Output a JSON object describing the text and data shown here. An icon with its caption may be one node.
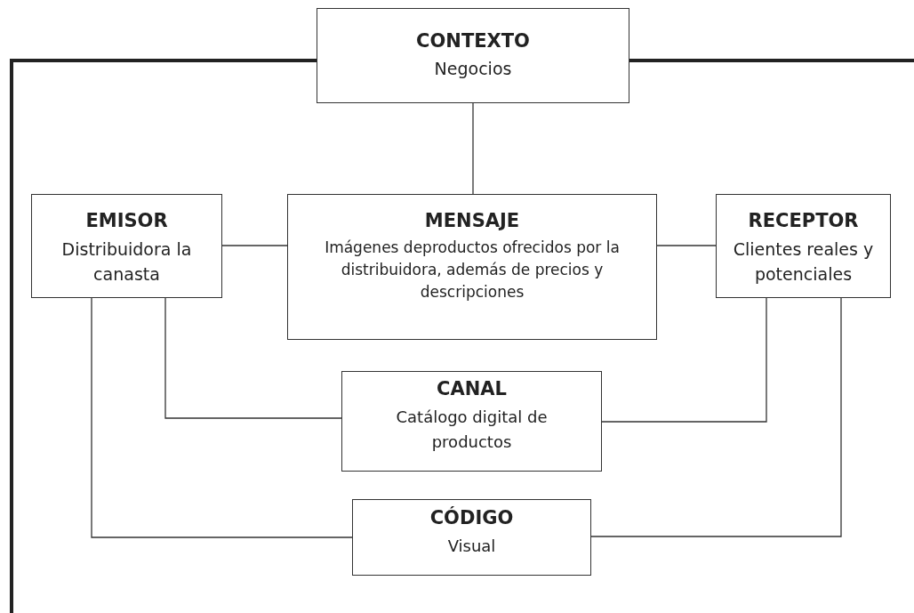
{
  "diagram": {
    "nodes": [
      {
        "text": [
          "CONTEXTO",
          "Negocios"
        ]
      },
      {
        "text": [
          "EMISOR",
          "Distribuidora la canasta"
        ]
      },
      {
        "text": [
          "MENSAJE",
          "Imágenes deproductos ofrecidos por la distribuidora, además de precios y descripciones"
        ]
      },
      {
        "text": [
          "RECEPTOR",
          "Clientes reales y potenciales"
        ]
      },
      {
        "text": [
          "CANAL",
          "Catálogo digital de productos"
        ]
      },
      {
        "text": [
          "CÓDIGO",
          "Visual"
        ]
      }
    ],
    "edges": [
      {
        "from": 0,
        "to": 2,
        "arrow": "none"
      },
      {
        "from": 1,
        "to": 2,
        "arrow": "none"
      },
      {
        "from": 2,
        "to": 3,
        "arrow": "none"
      },
      {
        "from": 1,
        "to": 4,
        "arrow": "none"
      },
      {
        "from": 4,
        "to": 3,
        "arrow": "none"
      },
      {
        "from": 1,
        "to": 5,
        "arrow": "none"
      },
      {
        "from": 5,
        "to": 3,
        "arrow": "none"
      }
    ]
  }
}
